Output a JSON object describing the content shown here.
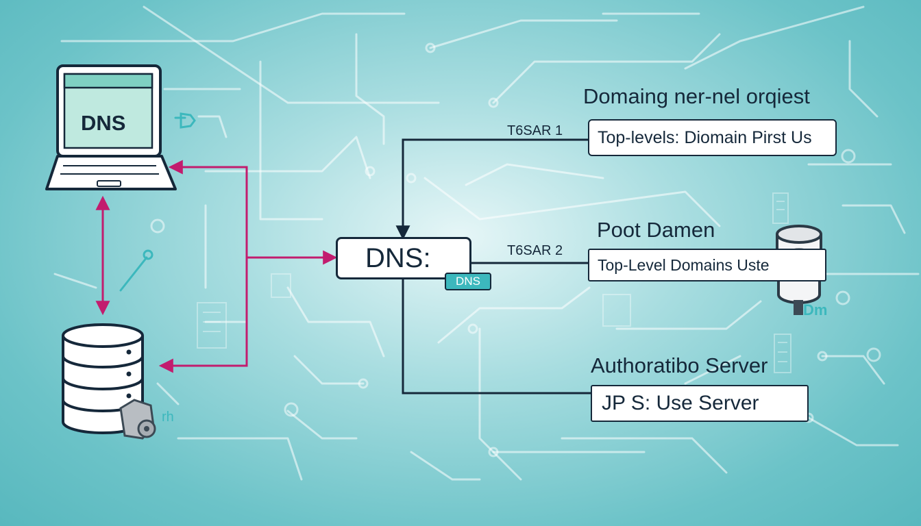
{
  "laptop": {
    "screen_label": "DNS"
  },
  "center": {
    "box_label": "DNS:",
    "badge_label": "DNS"
  },
  "headings": {
    "top": "Domaing ner-nel orqiest",
    "middle": "Poot Damen",
    "bottom": "Authoratibo Server"
  },
  "links": {
    "link1": "T6SAR 1",
    "link2": "T6SAR 2"
  },
  "boxes": {
    "top": "Top-levels: Diomain Pirst Us",
    "middle": "Top-Level Domains Uste",
    "bottom": "JP S: Use Server"
  },
  "server": {
    "tag": "rh"
  },
  "disk": {
    "tag": "Dm"
  },
  "colors": {
    "navy": "#15283a",
    "magenta": "#c21c6e",
    "teal": "#3cb8bd",
    "screen": "#bfe9df"
  }
}
